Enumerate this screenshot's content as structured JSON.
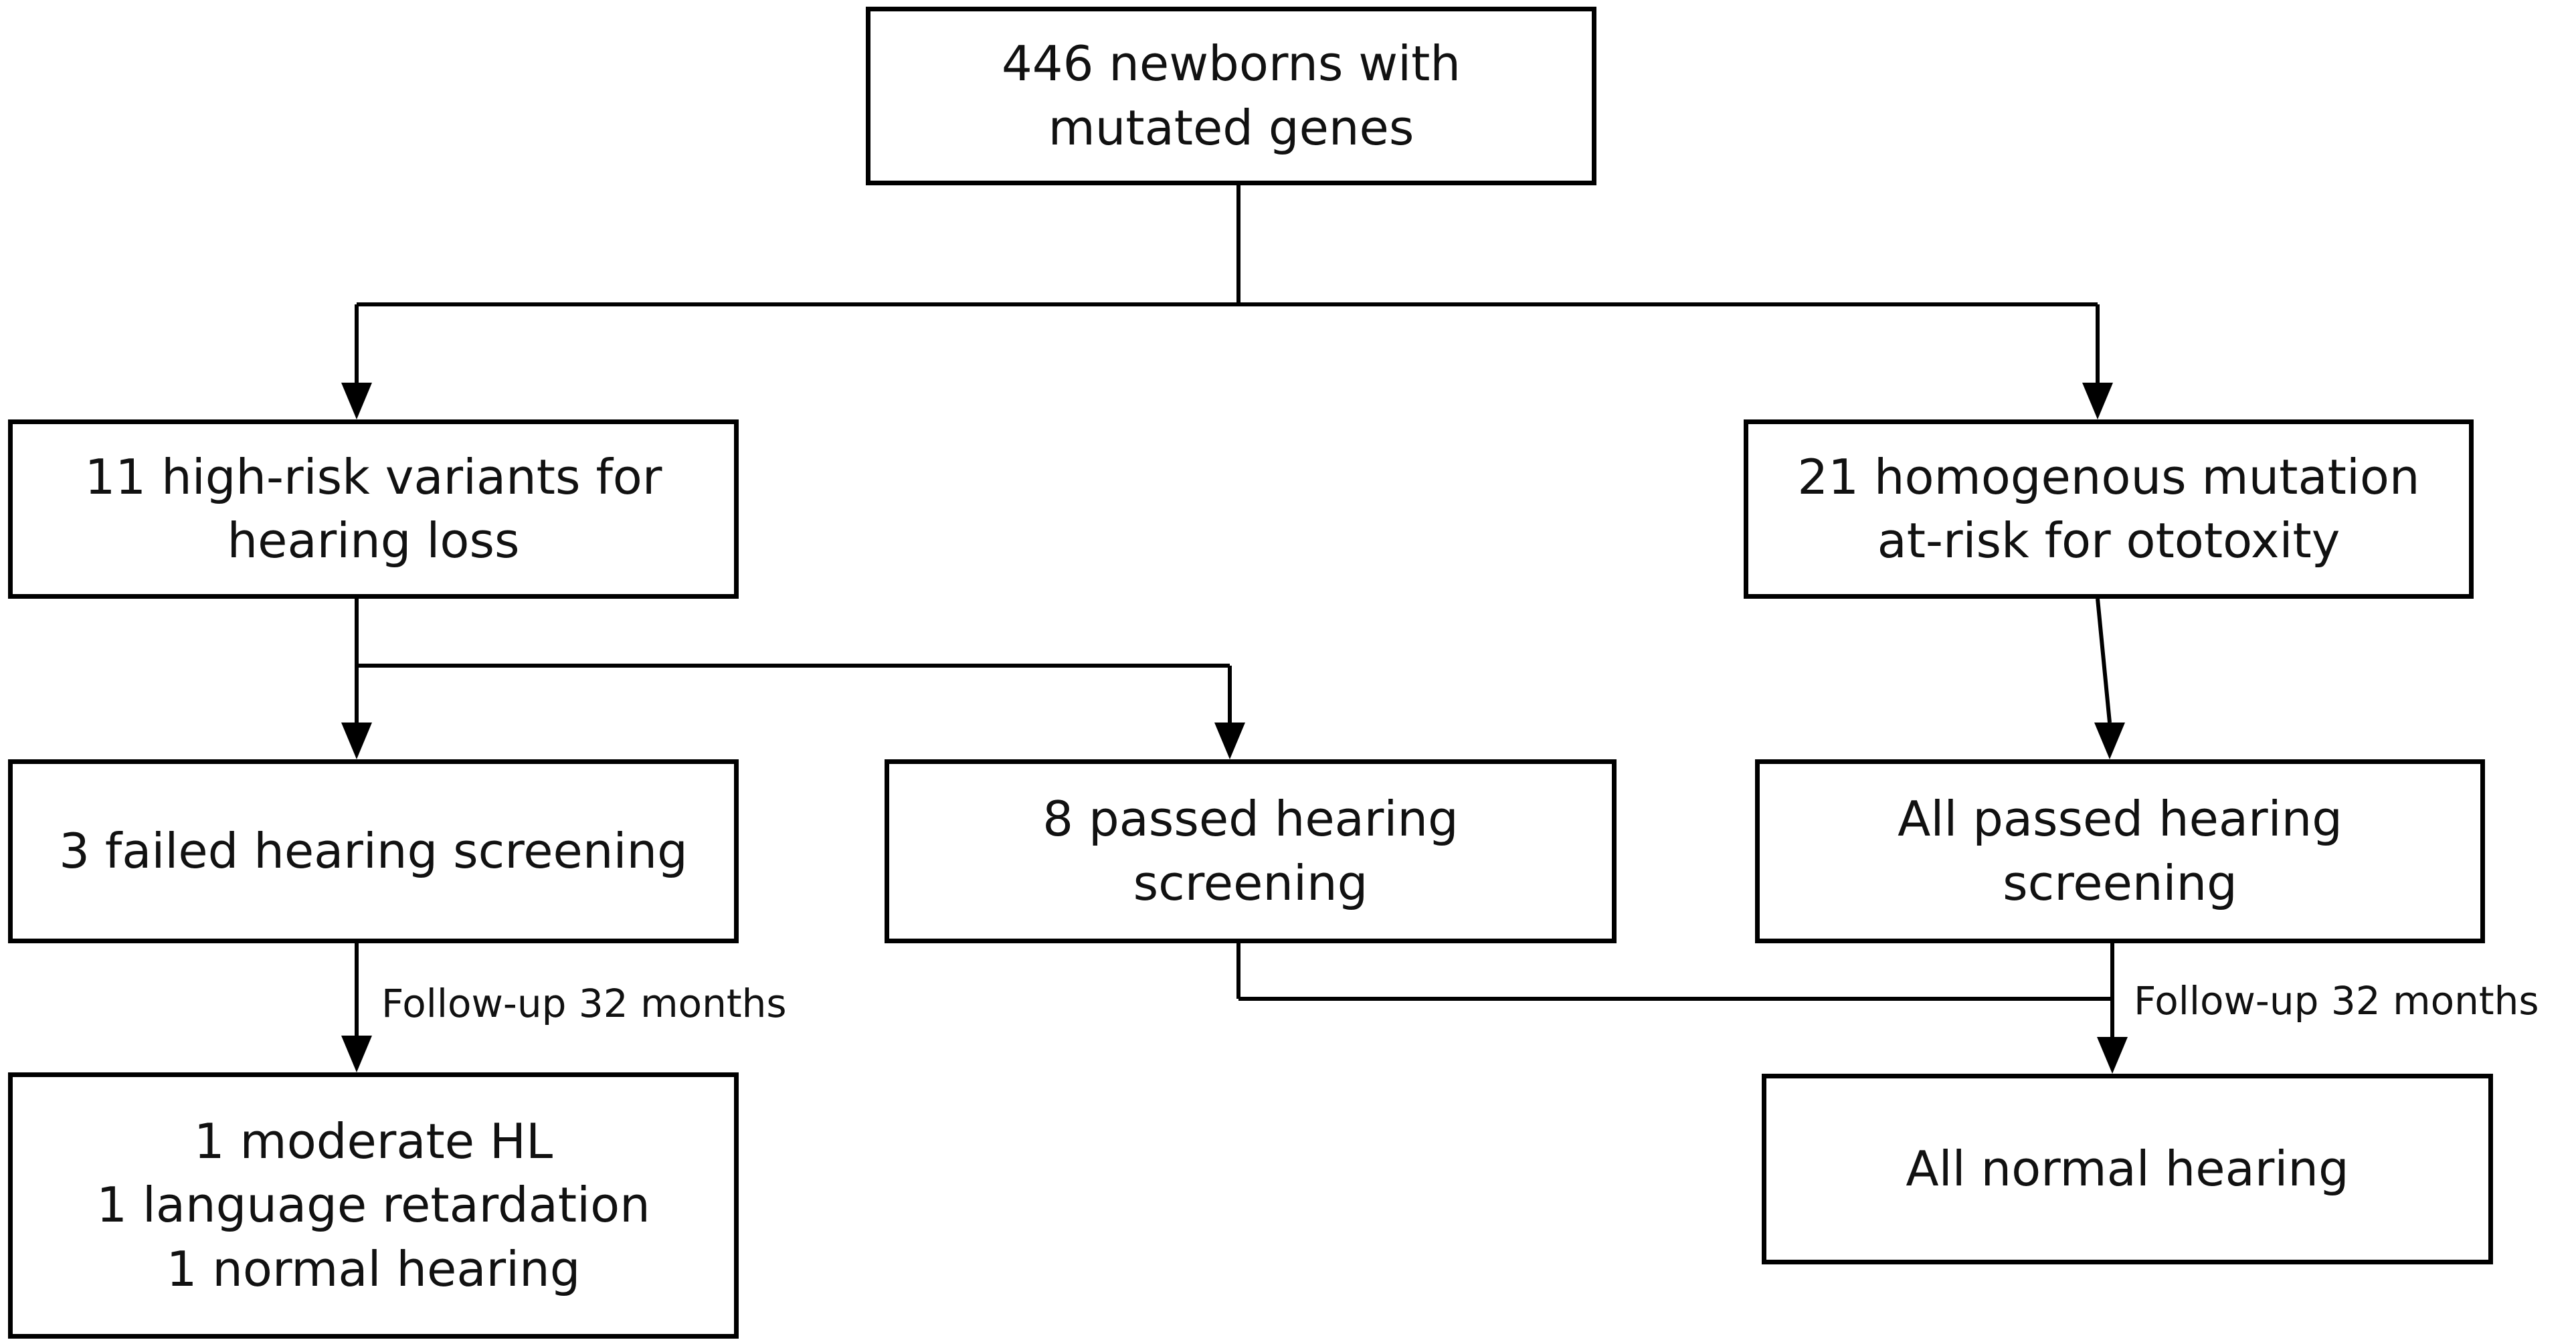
{
  "nodes": {
    "root": {
      "lines": [
        "446 newborns with",
        "mutated genes"
      ]
    },
    "high_risk": {
      "lines": [
        "11 high-risk variants for",
        "hearing loss"
      ]
    },
    "ototoxicity": {
      "lines": [
        "21 homogenous mutation",
        "at-risk for ototoxity"
      ]
    },
    "failed": {
      "lines": [
        "3 failed hearing screening"
      ]
    },
    "passed8": {
      "lines": [
        "8 passed hearing",
        "screening"
      ]
    },
    "all_passed": {
      "lines": [
        "All passed hearing",
        "screening"
      ]
    },
    "outcome_left": {
      "lines": [
        "1 moderate HL",
        "1 language retardation",
        "1 normal hearing"
      ]
    },
    "outcome_right": {
      "lines": [
        "All normal hearing"
      ]
    }
  },
  "edge_labels": {
    "followup_left": "Follow-up 32 months",
    "followup_right": "Follow-up 32 months"
  },
  "colors": {
    "line": "#000000",
    "box_fill": "#ffffff",
    "text": "#111111"
  }
}
